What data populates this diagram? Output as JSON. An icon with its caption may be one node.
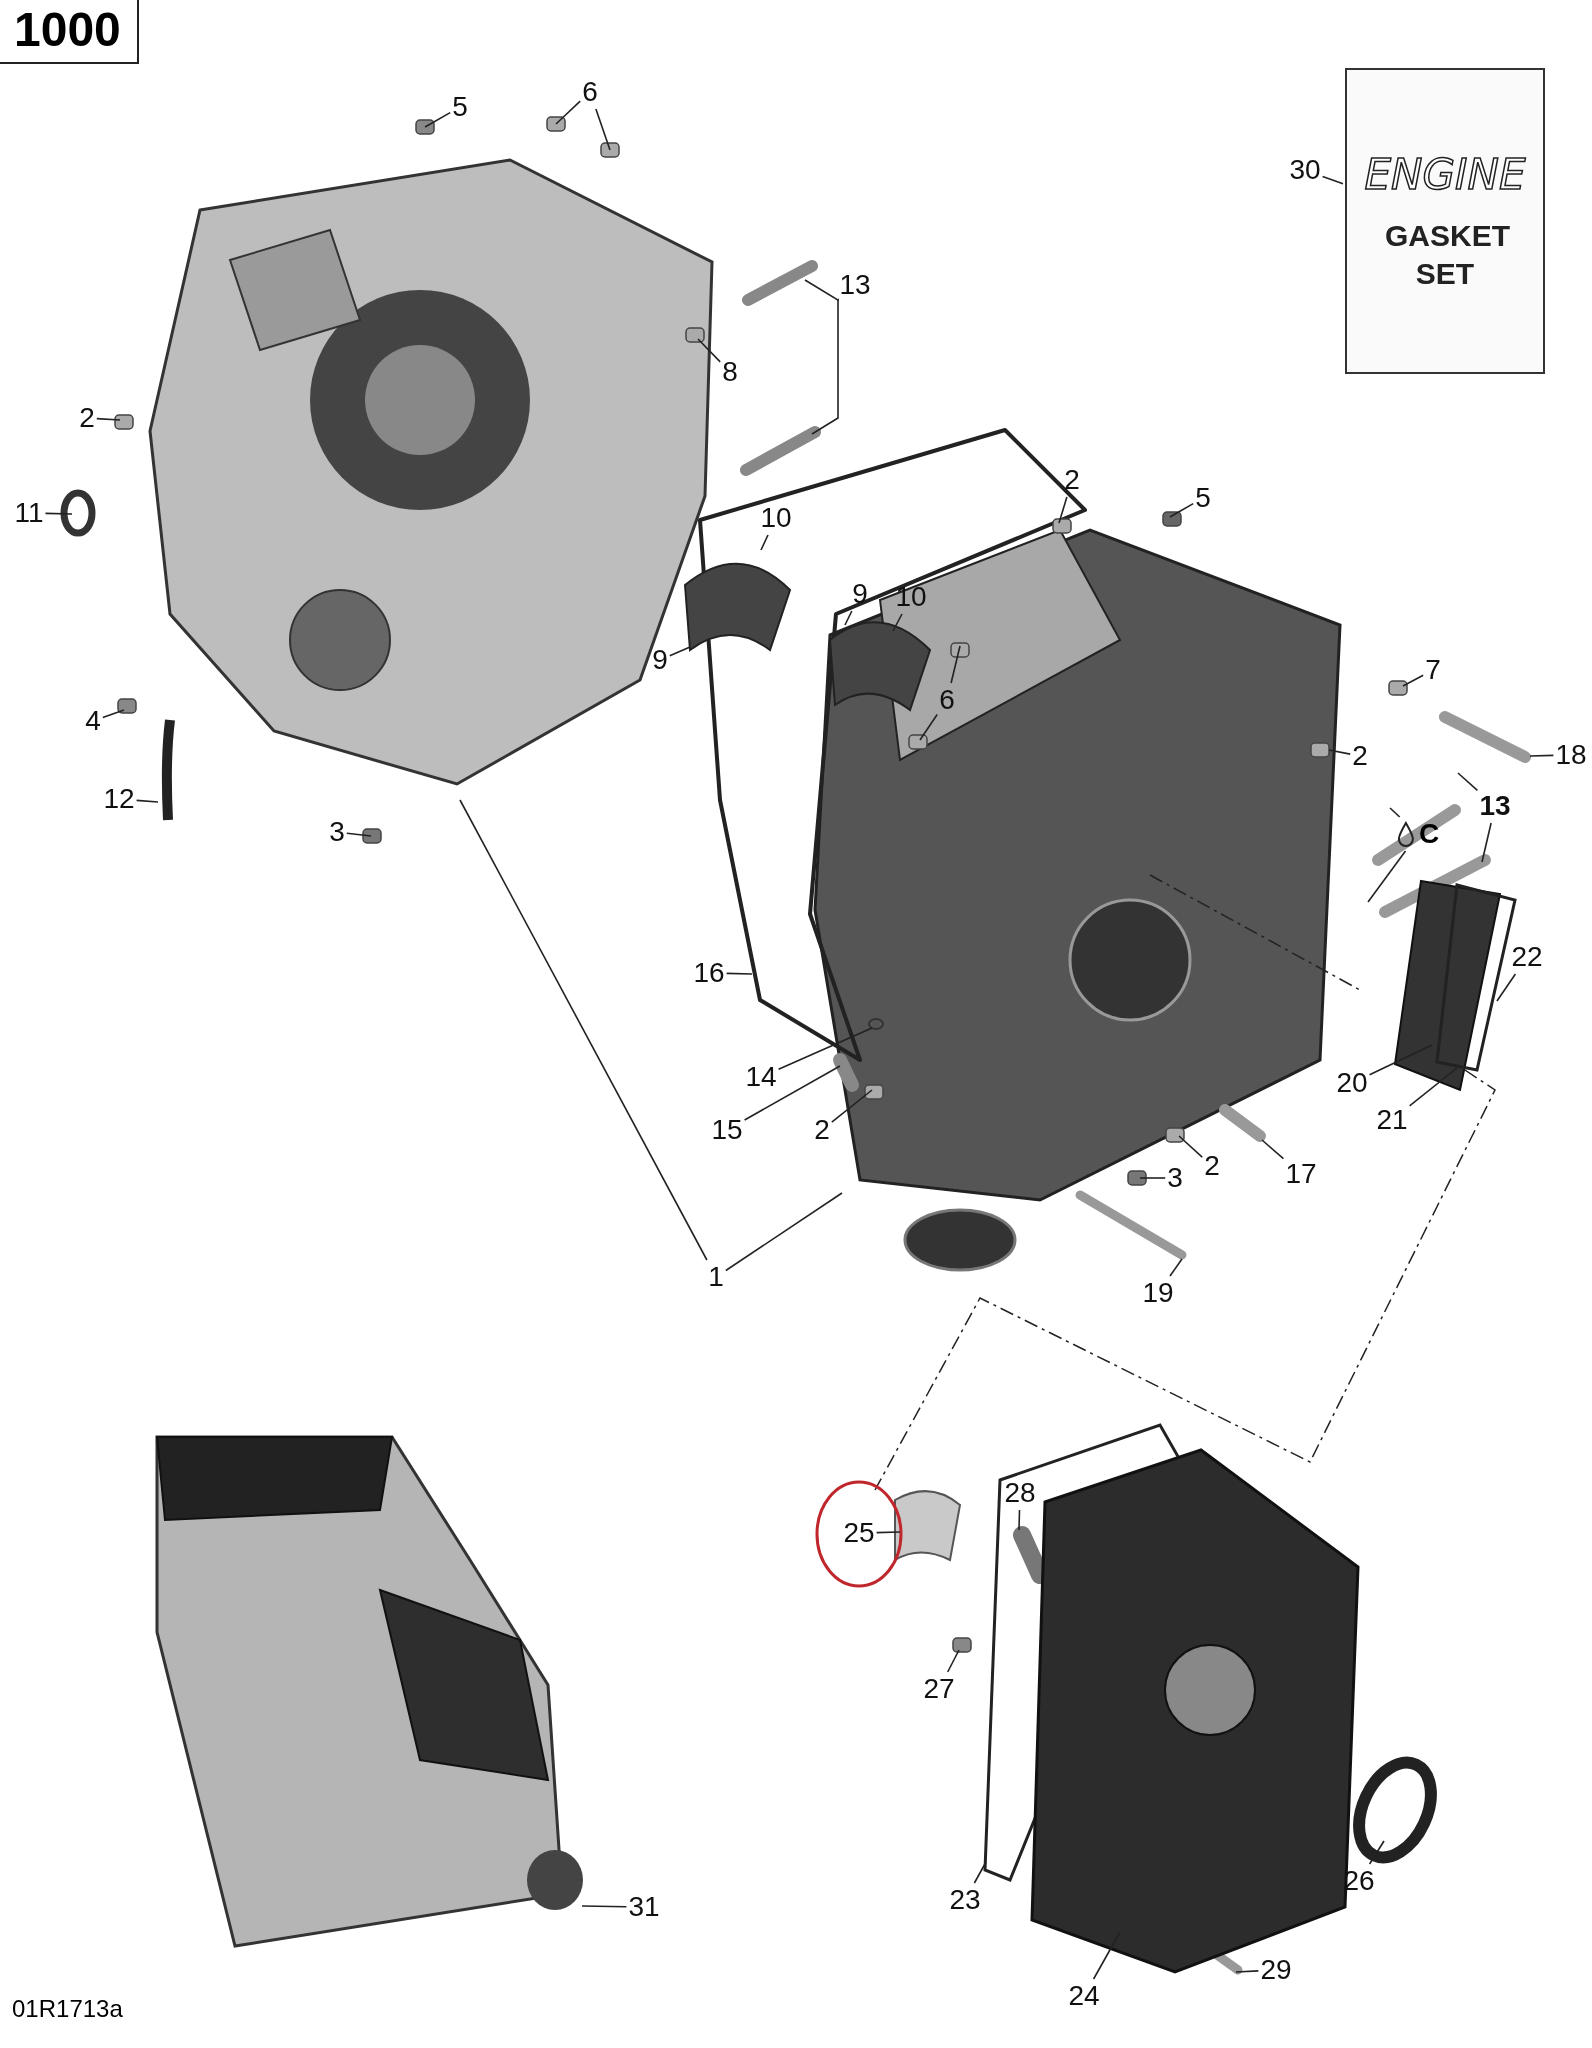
{
  "diagram": {
    "title": "1000",
    "nodes": [
      {
        "text": [
          "5"
        ]
      },
      {
        "text": [
          "6"
        ]
      },
      {
        "text": [
          "13"
        ]
      },
      {
        "text": [
          "8"
        ]
      },
      {
        "text": [
          "2"
        ]
      },
      {
        "text": [
          "11"
        ]
      },
      {
        "text": [
          "10"
        ]
      },
      {
        "text": [
          "9"
        ]
      },
      {
        "text": [
          "9"
        ]
      },
      {
        "text": [
          "10"
        ]
      },
      {
        "text": [
          "2"
        ]
      },
      {
        "text": [
          "5"
        ]
      },
      {
        "text": [
          "6"
        ]
      },
      {
        "text": [
          "7"
        ]
      },
      {
        "text": [
          "2"
        ]
      },
      {
        "text": [
          "18"
        ]
      },
      {
        "text": [
          "13"
        ]
      },
      {
        "text": [
          "C"
        ]
      },
      {
        "text": [
          "4"
        ]
      },
      {
        "text": [
          "12"
        ]
      },
      {
        "text": [
          "3"
        ]
      },
      {
        "text": [
          "16"
        ]
      },
      {
        "text": [
          "22"
        ]
      },
      {
        "text": [
          "14"
        ]
      },
      {
        "text": [
          "20"
        ]
      },
      {
        "text": [
          "21"
        ]
      },
      {
        "text": [
          "15"
        ]
      },
      {
        "text": [
          "2"
        ]
      },
      {
        "text": [
          "2"
        ]
      },
      {
        "text": [
          "17"
        ]
      },
      {
        "text": [
          "3"
        ]
      },
      {
        "text": [
          "1"
        ]
      },
      {
        "text": [
          "19"
        ]
      },
      {
        "text": [
          "28"
        ]
      },
      {
        "text": [
          "25"
        ]
      },
      {
        "text": [
          "27"
        ]
      },
      {
        "text": [
          "26"
        ]
      },
      {
        "text": [
          "23"
        ]
      },
      {
        "text": [
          "31"
        ]
      },
      {
        "text": [
          "24"
        ]
      },
      {
        "text": [
          "29"
        ]
      },
      {
        "text": [
          "30"
        ]
      },
      {
        "text": [
          "ENGINE",
          "GASKET SET"
        ]
      }
    ],
    "edges": [
      {
        "from": 0,
        "to": null,
        "arrow": "none"
      },
      {
        "from": 1,
        "to": null,
        "arrow": "none"
      },
      {
        "from": 1,
        "to": null,
        "arrow": "none"
      },
      {
        "from": 2,
        "to": null,
        "arrow": "none"
      },
      {
        "from": 2,
        "to": null,
        "arrow": "none"
      },
      {
        "from": 3,
        "to": null,
        "arrow": "none"
      },
      {
        "from": 4,
        "to": null,
        "arrow": "none"
      },
      {
        "from": 5,
        "to": null,
        "arrow": "none"
      },
      {
        "from": 6,
        "to": null,
        "arrow": "none"
      },
      {
        "from": 7,
        "to": null,
        "arrow": "none"
      },
      {
        "from": 8,
        "to": null,
        "arrow": "none"
      },
      {
        "from": 9,
        "to": null,
        "arrow": "none"
      },
      {
        "from": 10,
        "to": null,
        "arrow": "none"
      },
      {
        "from": 11,
        "to": null,
        "arrow": "none"
      },
      {
        "from": 12,
        "to": null,
        "arrow": "none"
      },
      {
        "from": 12,
        "to": null,
        "arrow": "none"
      },
      {
        "from": 13,
        "to": null,
        "arrow": "none"
      },
      {
        "from": 14,
        "to": null,
        "arrow": "none"
      },
      {
        "from": 15,
        "to": null,
        "arrow": "none"
      },
      {
        "from": 16,
        "to": null,
        "arrow": "none"
      },
      {
        "from": 16,
        "to": null,
        "arrow": "none"
      },
      {
        "from": 17,
        "to": null,
        "arrow": "none"
      },
      {
        "from": 17,
        "to": null,
        "arrow": "none"
      },
      {
        "from": 18,
        "to": null,
        "arrow": "none"
      },
      {
        "from": 19,
        "to": null,
        "arrow": "none"
      },
      {
        "from": 20,
        "to": null,
        "arrow": "none"
      },
      {
        "from": 21,
        "to": null,
        "arrow": "none"
      },
      {
        "from": 22,
        "to": null,
        "arrow": "none"
      },
      {
        "from": 23,
        "to": null,
        "arrow": "none"
      },
      {
        "from": 24,
        "to": null,
        "arrow": "none"
      },
      {
        "from": 25,
        "to": null,
        "arrow": "none"
      },
      {
        "from": 26,
        "to": null,
        "arrow": "none"
      },
      {
        "from": 27,
        "to": null,
        "arrow": "none"
      },
      {
        "from": 28,
        "to": null,
        "arrow": "none"
      },
      {
        "from": 29,
        "to": null,
        "arrow": "none"
      },
      {
        "from": 30,
        "to": null,
        "arrow": "none"
      },
      {
        "from": 31,
        "to": null,
        "arrow": "none"
      },
      {
        "from": 31,
        "to": null,
        "arrow": "none"
      },
      {
        "from": 32,
        "to": null,
        "arrow": "none"
      },
      {
        "from": 33,
        "to": null,
        "arrow": "none"
      },
      {
        "from": 34,
        "to": null,
        "arrow": "none"
      },
      {
        "from": 35,
        "to": null,
        "arrow": "none"
      },
      {
        "from": 36,
        "to": null,
        "arrow": "none"
      },
      {
        "from": 37,
        "to": null,
        "arrow": "none"
      },
      {
        "from": 38,
        "to": null,
        "arrow": "none"
      },
      {
        "from": 39,
        "to": null,
        "arrow": "none"
      },
      {
        "from": 40,
        "to": null,
        "arrow": "none"
      },
      {
        "from": 41,
        "to": 42,
        "arrow": "none"
      }
    ],
    "labels": [
      "01R1713a"
    ]
  }
}
